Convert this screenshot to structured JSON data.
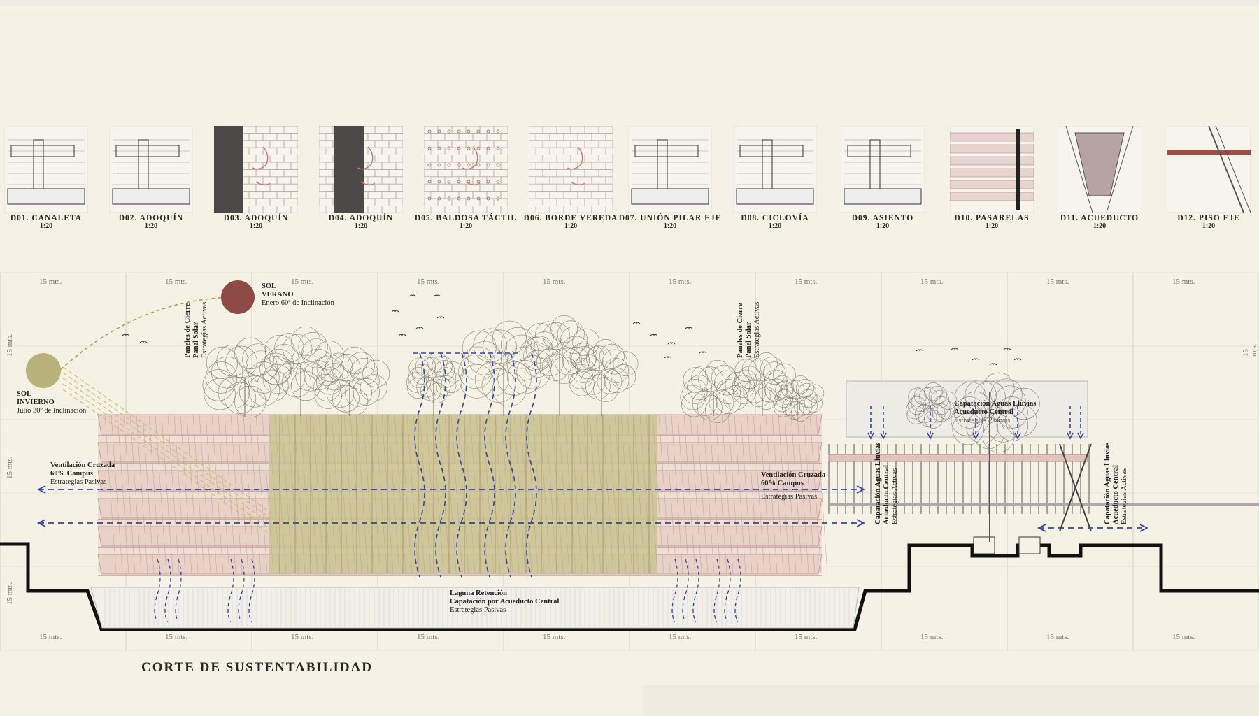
{
  "colors": {
    "background": "#f5f1e4",
    "grid": "#c9c4b5",
    "section_fill": "#e8d6cc",
    "section_line": "#b88a86",
    "green_core": "#c9c690",
    "sun_summer": "#8e4a44",
    "sun_winter": "#b9b27a",
    "wind": "#34469a",
    "ground": "#111111"
  },
  "details": [
    {
      "label": "D01. CANALETA",
      "scale": "1:20",
      "icon": "gutter-detail"
    },
    {
      "label": "D02. ADOQUÍN",
      "scale": "1:20",
      "icon": "paver-detail"
    },
    {
      "label": "D03. ADOQUÍN",
      "scale": "1:20",
      "icon": "paver-plan"
    },
    {
      "label": "D04. ADOQUÍN",
      "scale": "1:20",
      "icon": "paver-plan"
    },
    {
      "label": "D05. BALDOSA TÁCTIL",
      "scale": "1:20",
      "icon": "tactile-tile"
    },
    {
      "label": "D06. BORDE VEREDA",
      "scale": "1:20",
      "icon": "sidewalk-edge"
    },
    {
      "label": "D07. UNIÓN PILAR EJE",
      "scale": "1:20",
      "icon": "column-joint"
    },
    {
      "label": "D08. CICLOVÍA",
      "scale": "1:20",
      "icon": "bike-lane"
    },
    {
      "label": "D09. ASIENTO",
      "scale": "1:20",
      "icon": "seat"
    },
    {
      "label": "D10. PASARELAS",
      "scale": "1:20",
      "icon": "walkway"
    },
    {
      "label": "D11. ACUEDUCTO",
      "scale": "1:20",
      "icon": "aqueduct"
    },
    {
      "label": "D12. PISO EJE",
      "scale": "1:20",
      "icon": "axis-floor"
    }
  ],
  "grid_label": "15 mts.",
  "section": {
    "title": "CORTE DE SUSTENTABILIDAD",
    "sun_summer": {
      "title": "SOL",
      "subtitle": "VERANO",
      "note": "Enero 60º de Inclinación"
    },
    "sun_winter": {
      "title": "SOL",
      "subtitle": "INVIERNO",
      "note": "Julio 30º de Inclinación"
    },
    "vent_left": {
      "line1": "Ventilación Cruzada",
      "line2": "60% Campus",
      "note": "Estrategias Pasivas"
    },
    "vent_right": {
      "line1": "Ventilación Cruzada",
      "line2": "60% Campus",
      "note": "Estrategias Pasivas"
    },
    "laguna": {
      "line1": "Laguna Retención",
      "line2": "Capatación por Acueducto Central",
      "note": "Estrategias Pasivas"
    },
    "capt_top": {
      "line1": "Capatación Aguas Lluvias",
      "line2": "Acueducto Central",
      "note": "Estrategias Pasivas"
    },
    "panels_left": {
      "line1": "Paneles de Cierre",
      "line2": "Panel Solar",
      "note": "Estrategias Activas"
    },
    "panels_right": {
      "line1": "Paneles de Cierre",
      "line2": "Panel Solar",
      "note": "Estrategias Activas"
    },
    "capt_mid": {
      "line1": "Capatación Aguas Lluvias",
      "line2": "Acueducto Central",
      "note": "Estrategias Activas"
    },
    "capt_right": {
      "line1": "Capatación Aguas Lluvias",
      "line2": "Acueducto Central",
      "note": "Estrategias Activas"
    }
  }
}
